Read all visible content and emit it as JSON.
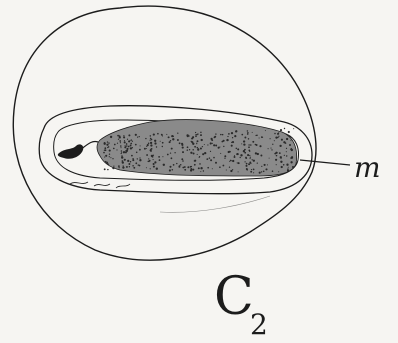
{
  "figure": {
    "label_m": "m",
    "caption_letter": "C",
    "caption_subscript": "2"
  },
  "colors": {
    "paper": "#f6f5f2",
    "ink": "#1c1c1c",
    "stipple": "#2a2a2a"
  }
}
